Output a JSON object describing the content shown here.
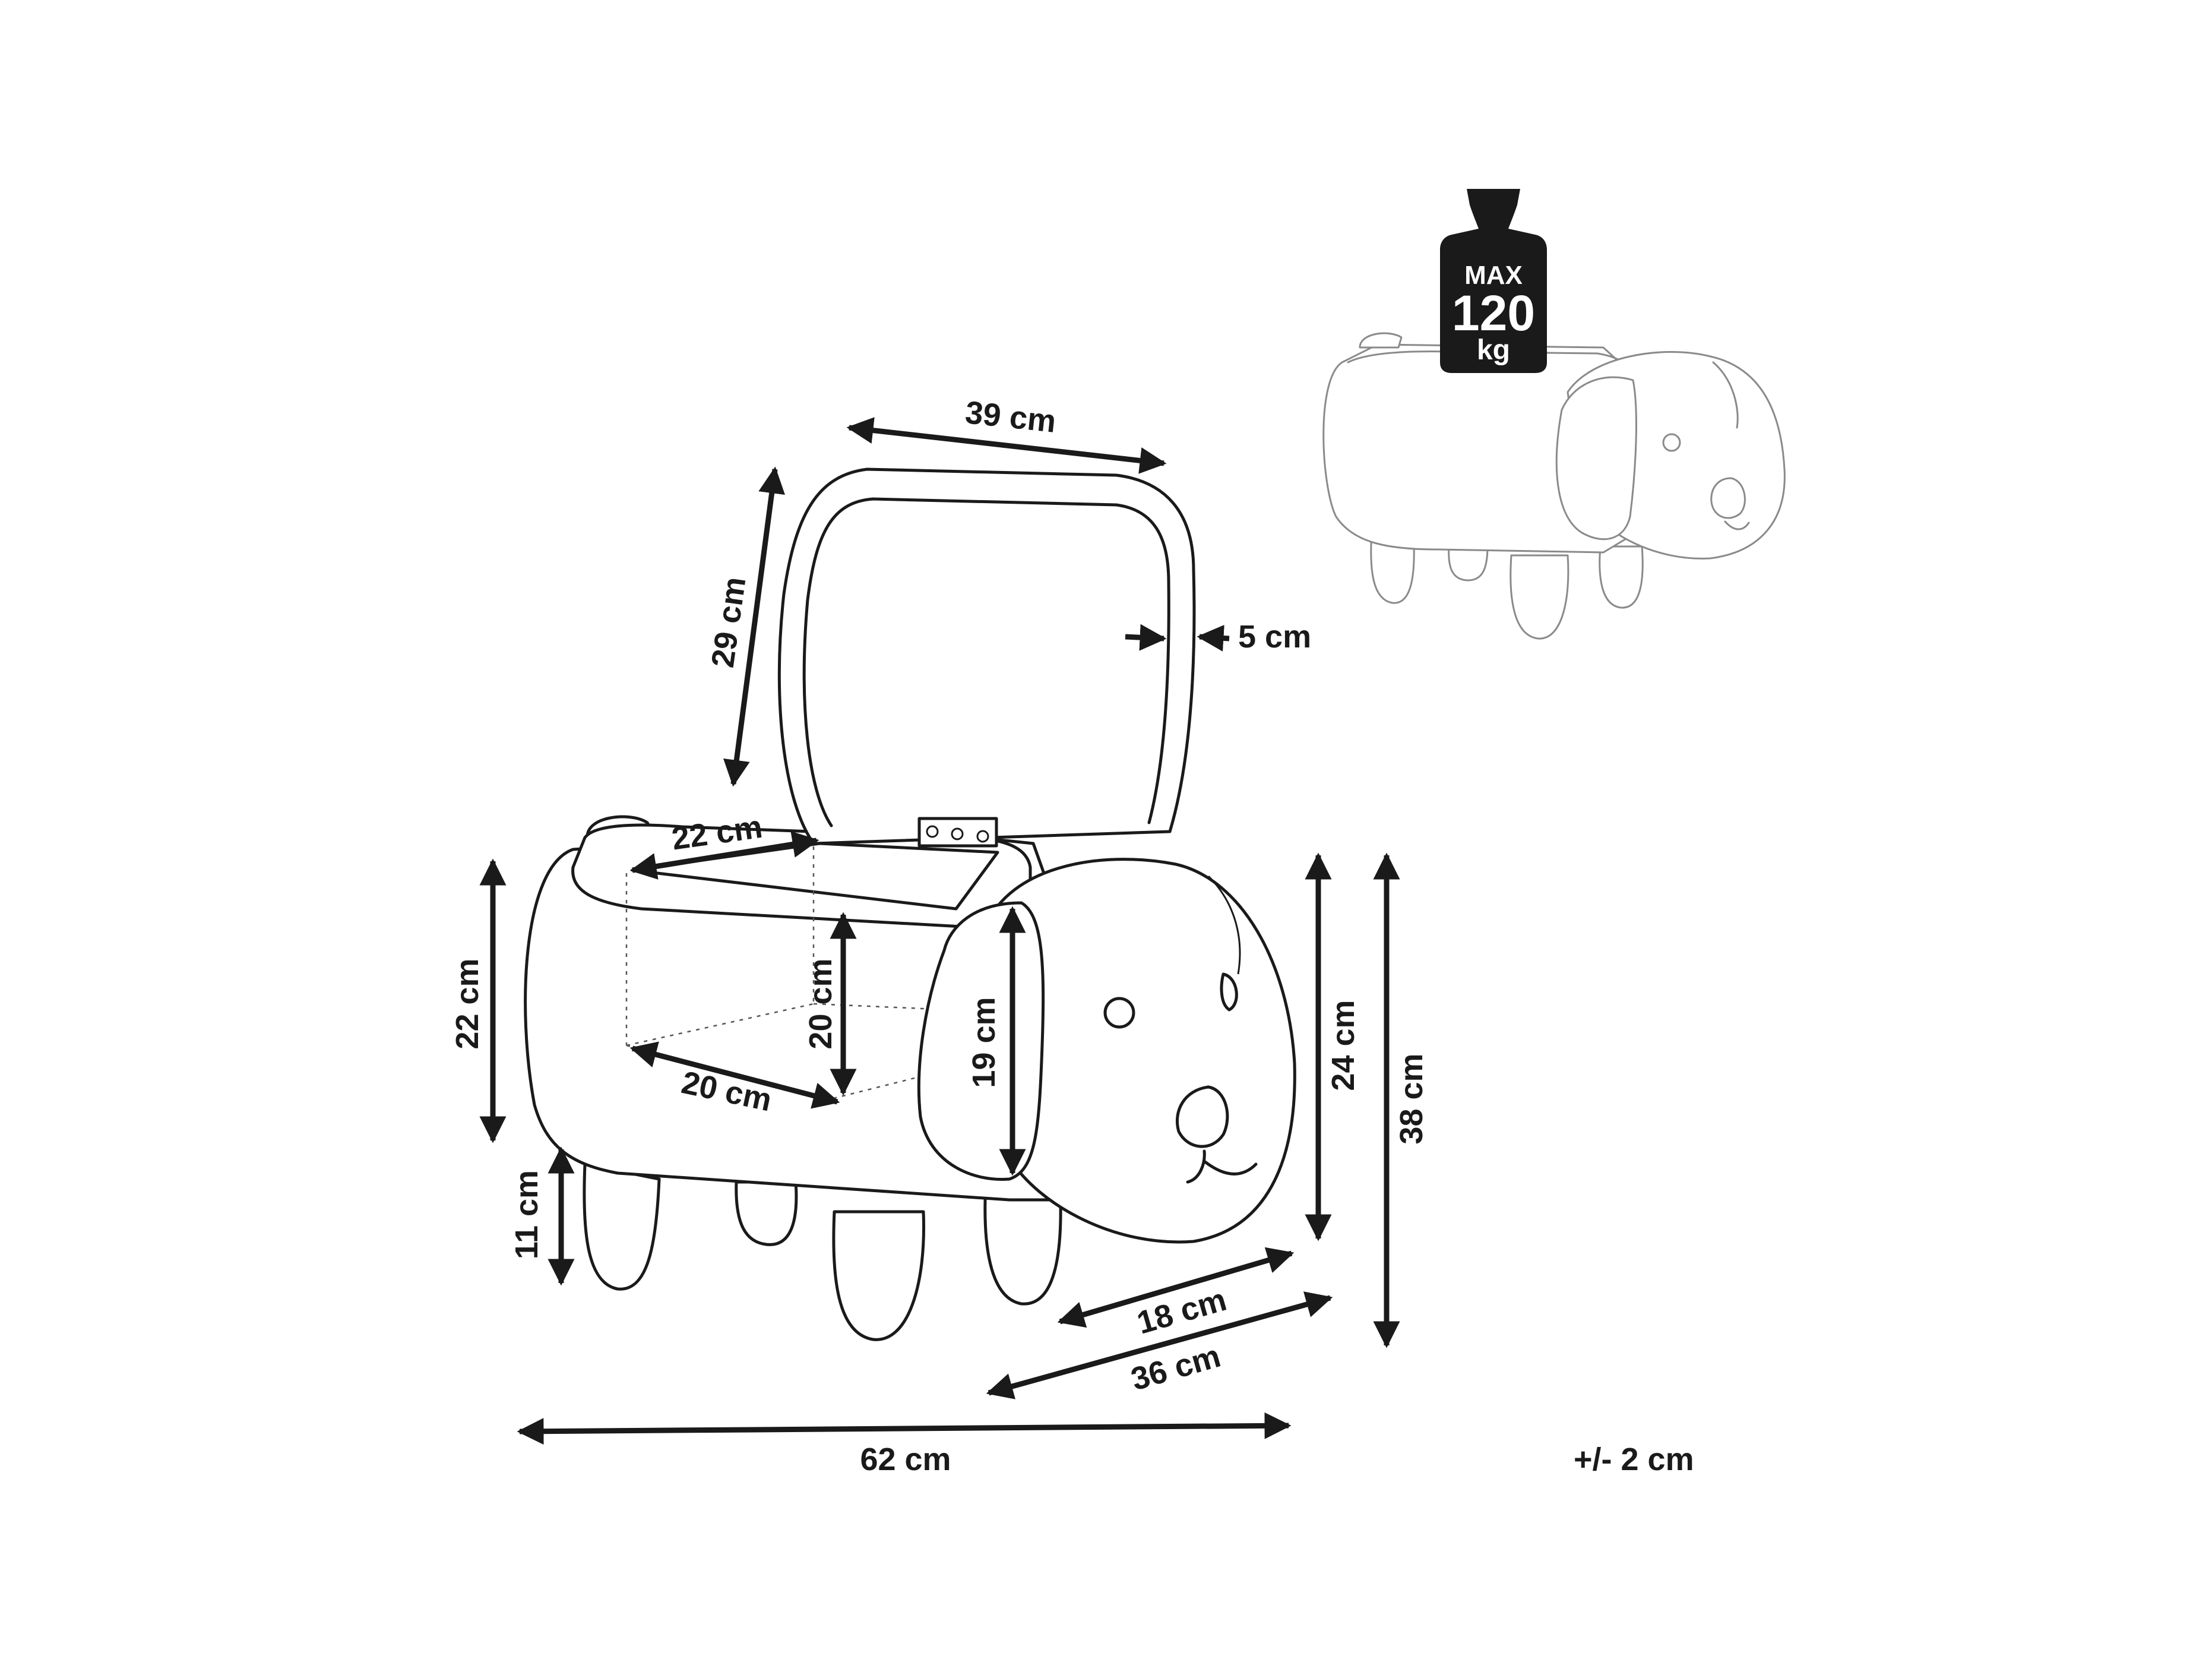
{
  "dimensions": {
    "lid_width": "39 cm",
    "lid_depth": "29 cm",
    "lid_thickness": "5 cm",
    "storage_width": "22 cm",
    "storage_depth": "20 cm",
    "storage_height": "20 cm",
    "seat_height": "22 cm",
    "leg_height": "11 cm",
    "ear_height": "19 cm",
    "head_height": "24 cm",
    "total_height": "38 cm",
    "head_width": "18 cm",
    "total_depth": "36 cm",
    "total_width": "62 cm"
  },
  "tolerance": "+/- 2 cm",
  "max_load": {
    "label": "MAX",
    "value": "120",
    "unit": "kg"
  },
  "colors": {
    "line": "#1a1a1a",
    "ghost_line": "#8a8a8a",
    "background": "#ffffff"
  }
}
